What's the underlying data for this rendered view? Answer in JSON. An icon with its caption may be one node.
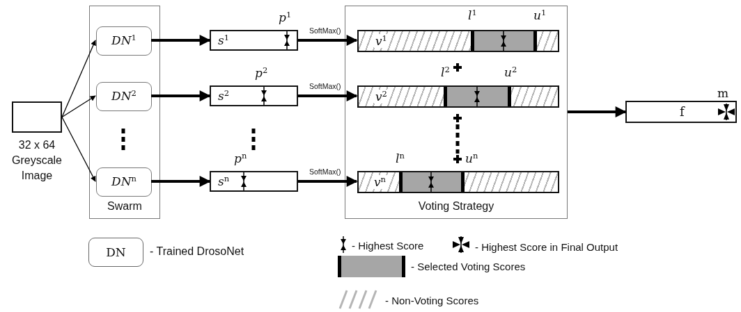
{
  "diagram": {
    "nodes": [
      {
        "text": [],
        "shape": "box",
        "beside": [
          "32 x 64 Greyscale Image"
        ]
      },
      {
        "text": [
          "Swarm"
        ]
      },
      {
        "text": [
          "DN$^{1}$"
        ],
        "in": 1
      },
      {
        "text": [
          "DN$^{2}$"
        ],
        "in": 1
      },
      {
        "text": [
          "DN$^{n}$"
        ],
        "in": 1
      },
      {
        "text": [
          "s$^{1}$"
        ],
        "beside": [
          "p$^{1}$"
        ]
      },
      {
        "text": [
          "s$^{2}$"
        ],
        "beside": [
          "p$^{2}$"
        ]
      },
      {
        "text": [
          "s$^{n}$"
        ],
        "beside": [
          "p$^{n}$"
        ]
      },
      {
        "text": [
          "Voting Strategy"
        ]
      },
      {
        "text": [
          "v$^{1}$"
        ],
        "in": 8,
        "beside": [
          "l$^{1}$",
          "u$^{1}$"
        ]
      },
      {
        "text": [
          "v$^{2}$"
        ],
        "in": 8,
        "beside": [
          "l$^{2}$",
          "u$^{2}$"
        ]
      },
      {
        "text": [
          "v$^{n}$"
        ],
        "in": 8,
        "beside": [
          "l$^{n}$",
          "u$^{n}$"
        ]
      },
      {
        "text": [
          "f"
        ],
        "beside": [
          "m"
        ]
      }
    ],
    "edges": [
      {
        "from": 0,
        "to": 2,
        "arrow": "to"
      },
      {
        "from": 0,
        "to": 3,
        "arrow": "to"
      },
      {
        "from": 0,
        "to": 4,
        "arrow": "to"
      },
      {
        "from": 2,
        "to": 5,
        "arrow": "to"
      },
      {
        "from": 3,
        "to": 6,
        "arrow": "to"
      },
      {
        "from": 4,
        "to": 7,
        "arrow": "to"
      },
      {
        "from": 5,
        "to": 9,
        "arrow": "to",
        "label": "SoftMax()"
      },
      {
        "from": 6,
        "to": 10,
        "arrow": "to",
        "label": "SoftMax()"
      },
      {
        "from": 7,
        "to": 11,
        "arrow": "to",
        "label": "SoftMax()"
      },
      {
        "from": 8,
        "to": 12,
        "arrow": "to"
      }
    ],
    "labels": [
      "DN"
    ],
    "legend": [
      {
        "text": "- Trained DrosoNet"
      },
      {
        "text": "- Highest Score"
      },
      {
        "text": "- Highest Score in Final Output"
      },
      {
        "text": "- Selected Voting Scores"
      },
      {
        "text": "- Non-Voting Scores"
      }
    ]
  }
}
